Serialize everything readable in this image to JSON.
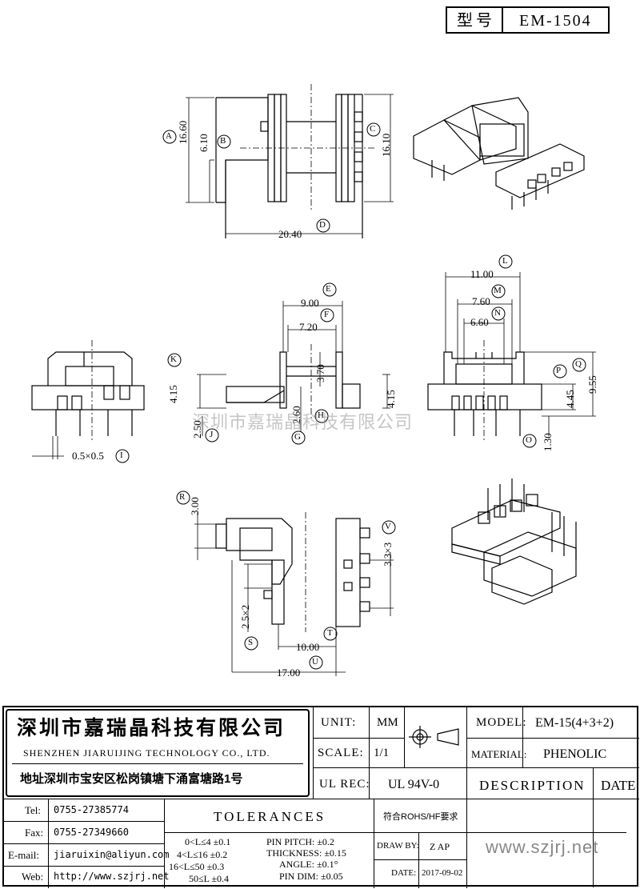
{
  "title_block": {
    "model_label": "型号",
    "model_value": "EM-1504"
  },
  "dimensions": {
    "d_16_60": "16.60",
    "d_6_10": "6.10",
    "d_16_10": "16.10",
    "d_20_40": "20.40",
    "d_9_00": "9.00",
    "d_7_20": "7.20",
    "d_3_70": "3.70",
    "d_4_15_a": "4.15",
    "d_4_15_b": "4.15",
    "d_2_60": "2.60",
    "d_2_50": "2.50",
    "d_0_5x0_5": "0.5×0.5",
    "d_11_00": "11.00",
    "d_7_60": "7.60",
    "d_6_60": "6.60",
    "d_4_45": "4.45",
    "d_9_55": "9.55",
    "d_1_30": "1.30",
    "d_3_00": "3.00",
    "d_3_3x3": "3.3×3",
    "d_2_5x2": "2.5×2",
    "d_10_00": "10.00",
    "d_17_00": "17.00"
  },
  "callouts": {
    "A": "A",
    "B": "B",
    "C": "C",
    "D": "D",
    "E": "E",
    "F": "F",
    "G": "G",
    "H": "H",
    "I": "I",
    "J": "J",
    "K": "K",
    "L": "L",
    "M": "M",
    "N": "N",
    "O": "O",
    "P": "P",
    "Q": "Q",
    "R": "R",
    "S": "S",
    "T": "T",
    "U": "U",
    "V": "V"
  },
  "watermark": "深圳市嘉瑞晶科技有限公司",
  "company": {
    "name_cn": "深圳市嘉瑞晶科技有限公司",
    "name_en": "SHENZHEN JIARUIJING TECHNOLOGY CO., LTD.",
    "address": "地址深圳市宝安区松岗镇塘下涌富塘路1号"
  },
  "specs": {
    "unit_label": "UNIT:",
    "unit_value": "MM",
    "scale_label": "SCALE:",
    "scale_value": "1/1",
    "ul_label": "UL REC:",
    "ul_value": "UL 94V-0",
    "model_label": "MODEL:",
    "model_value": "EM-15(4+3+2)",
    "material_label": "MATERIAL:",
    "material_value": "PHENOLIC",
    "description_label": "DESCRIPTION",
    "date_header": "DATE"
  },
  "contact": {
    "tel_label": "Tel:",
    "tel_value": "0755-27385774",
    "fax_label": "Fax:",
    "fax_value": "0755-27349660",
    "email_label": "E-mail:",
    "email_value": "jiaruixin@aliyun.com",
    "web_label": "Web:",
    "web_value": "http://www.szjrj.net"
  },
  "tolerances": {
    "title": "TOLERANCES",
    "rows": [
      "0<L≤4 ±0.1",
      "4<L≤16 ±0.2",
      "16<L≤50 ±0.3",
      "50≤L ±0.4"
    ],
    "pin_pitch": "PIN PITCH: ±0.2",
    "thickness": "THICKNESS: ±0.15",
    "angle": "ANGLE: ±0.1°",
    "pin_dim": "PIN DIM: ±0.05",
    "rohs": "符合ROHS/HF要求"
  },
  "approval": {
    "draw_label": "DRAW BY:",
    "draw_value": "Z AP",
    "date_label": "DATE:",
    "date_value": "2017-09-02",
    "website": "www.szjrj.net"
  }
}
